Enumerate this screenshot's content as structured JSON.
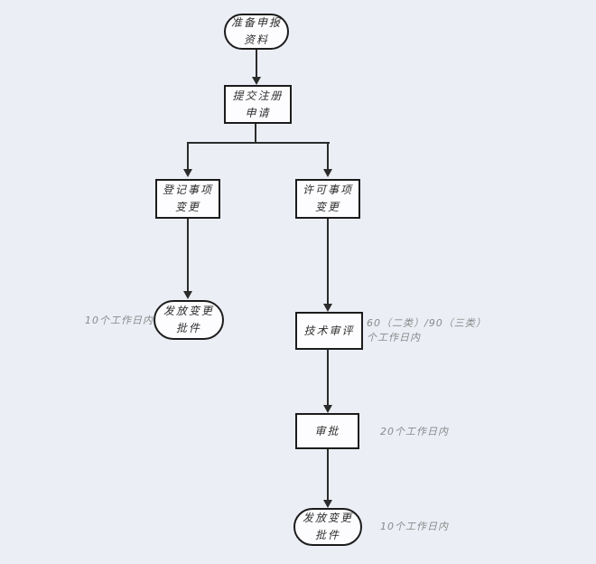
{
  "diagram": {
    "type": "flowchart",
    "language": "zh-CN",
    "nodes": [
      {
        "id": "start",
        "shape": "terminator",
        "label": "准备申报\n资料"
      },
      {
        "id": "submit-application",
        "shape": "process",
        "label": "提交注册\n申请"
      },
      {
        "id": "registration-item-change",
        "shape": "process",
        "label": "登记事项\n变更"
      },
      {
        "id": "license-item-change",
        "shape": "process",
        "label": "许可事项\n变更"
      },
      {
        "id": "issue-change-approval-left",
        "shape": "terminator",
        "label": "发放变更\n批件"
      },
      {
        "id": "technical-review",
        "shape": "process",
        "label": "技术审评"
      },
      {
        "id": "approval",
        "shape": "process",
        "label": "审批"
      },
      {
        "id": "issue-change-approval-bottom",
        "shape": "terminator",
        "label": "发放变更\n批件"
      }
    ],
    "annotations": [
      {
        "id": "left-branch-duration",
        "text": "10个工作日内"
      },
      {
        "id": "technical-review-duration",
        "text": "60（二类）/90（三类）个工作日内"
      },
      {
        "id": "approval-duration",
        "text": "20个工作日内"
      },
      {
        "id": "issue-approval-duration",
        "text": "10个工作日内"
      }
    ],
    "colors": {
      "background": "#ebeef5",
      "node_fill": "#fdfdff",
      "node_border": "#1c1c1c",
      "connector": "#2b2b2b",
      "node_text": "#2f2f2f",
      "annotation_text": "#8a8a8a"
    }
  }
}
